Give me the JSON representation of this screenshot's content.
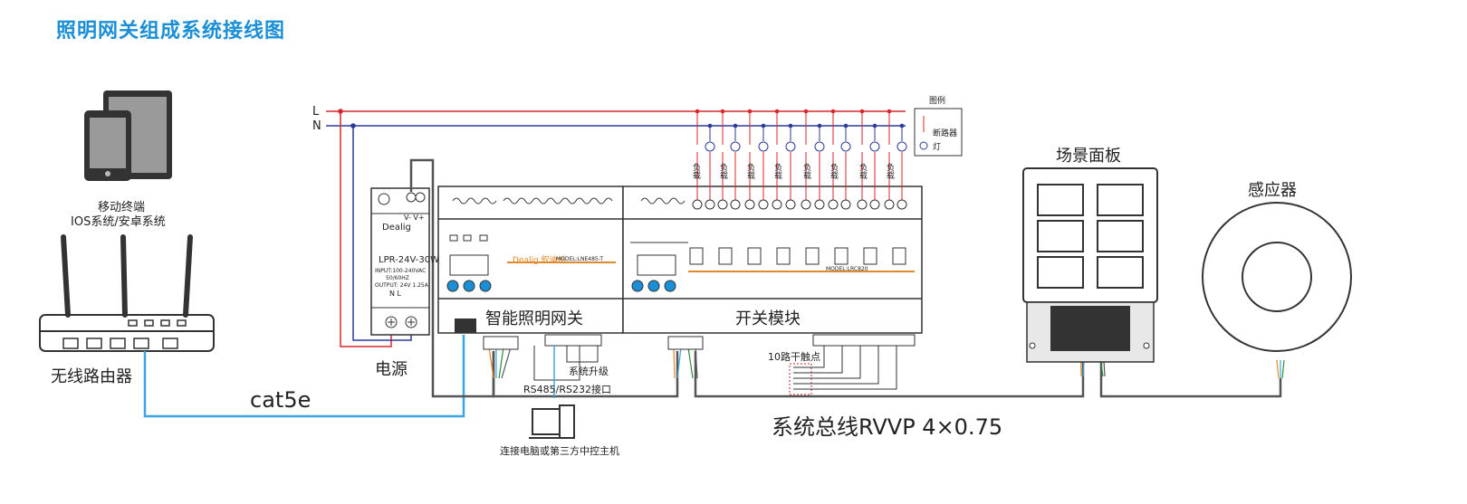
{
  "title": "照明网关组成系统接线图",
  "mobile": {
    "label": "移动终端",
    "os": "IOS系统/安卓系统"
  },
  "router": {
    "label": "无线路由器"
  },
  "cable": {
    "label": "cat5e"
  },
  "power": {
    "label": "电源",
    "model": "LPR-24V-30W",
    "brand": "Dealig",
    "terminals_top": "V-  V+",
    "terminals_bottom": "N    L",
    "spec1": "INPUT:100-240VAC",
    "spec2": "50/60HZ",
    "spec3": "OUTPUT: 24V  1.25A"
  },
  "gateway": {
    "label": "智能照明网关",
    "model": "MODEL:LNE485-T",
    "brand": "Dealig 叙迪州"
  },
  "switch_module": {
    "label": "开关模块",
    "model": "MODEL:LRC820"
  },
  "lines": {
    "L": "L",
    "N": "N"
  },
  "legend": {
    "title": "图例",
    "breaker": "断路器",
    "lamp": "灯"
  },
  "load_labels": [
    "负载",
    "负载",
    "负载",
    "负载",
    "负载",
    "负载",
    "负载",
    "负载"
  ],
  "dry_contact": {
    "label": "10路干触点"
  },
  "upgrade": {
    "label": "系统升级"
  },
  "rs_port": {
    "label": "RS485/RS232接口"
  },
  "pc": {
    "label": "连接电脑或第三方中控主机"
  },
  "bus": {
    "label": "系统总线RVVP 4×0.75"
  },
  "scene_panel": {
    "label": "场景面板"
  },
  "sensor": {
    "label": "感应器"
  },
  "colors": {
    "title": "#1a8fd6",
    "L_wire": "#d9262b",
    "N_wire": "#2b3a99",
    "bus": "#555555",
    "cat5e": "#3aa5e0"
  }
}
